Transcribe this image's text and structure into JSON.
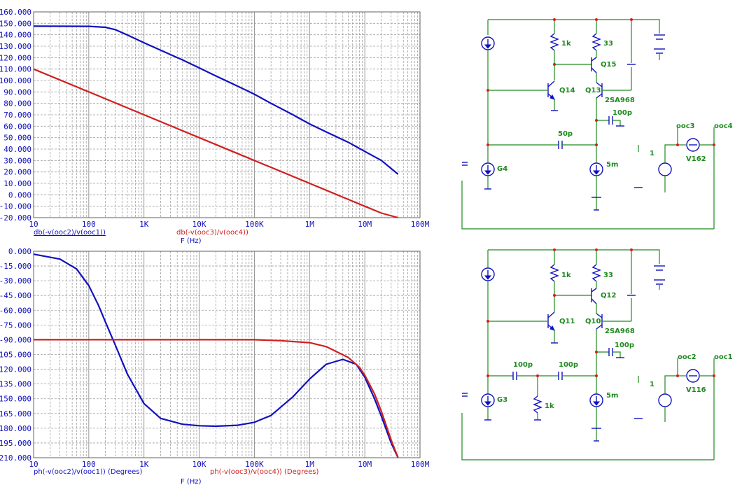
{
  "chart_data": [
    {
      "type": "line",
      "xscale": "log",
      "xlim": [
        10,
        100000000
      ],
      "ylim": [
        -20,
        160
      ],
      "yticks": [
        "160.000",
        "150.000",
        "140.000",
        "130.000",
        "120.000",
        "110.000",
        "100.000",
        "90.000",
        "80.000",
        "70.000",
        "60.000",
        "50.000",
        "40.000",
        "30.000",
        "20.000",
        "10.000",
        "0.000",
        "-10.000",
        "-20.000"
      ],
      "xticks": [
        "10",
        "100",
        "1K",
        "10K",
        "100K",
        "1M",
        "10M",
        "100M"
      ],
      "xlabel": "F (Hz)",
      "grid": true,
      "series": [
        {
          "name": "db(-v(ooc2)/v(ooc1))",
          "color": "#1010c0",
          "x": [
            10,
            100,
            200,
            300,
            500,
            1000,
            2000,
            5000,
            10000,
            20000,
            50000,
            100000,
            200000,
            500000,
            1000000,
            2000000,
            5000000,
            10000000,
            20000000,
            40000000
          ],
          "y": [
            147.5,
            147.4,
            146.5,
            144.5,
            139.8,
            133,
            126.5,
            118,
            111,
            104,
            95,
            88,
            80,
            70,
            62,
            55,
            46,
            38,
            30,
            18
          ]
        },
        {
          "name": "db(-v(ooc3)/v(ooc4))",
          "color": "#d02020",
          "x": [
            10,
            100,
            1000,
            10000,
            100000,
            1000000,
            2000000,
            5000000,
            10000000,
            20000000,
            40000000
          ],
          "y": [
            110,
            90,
            70,
            50,
            30,
            10,
            4,
            -4,
            -10,
            -16,
            -20
          ]
        }
      ]
    },
    {
      "type": "line",
      "xscale": "log",
      "xlim": [
        10,
        100000000
      ],
      "ylim": [
        -210,
        0
      ],
      "yticks": [
        "0.000",
        "-15.000",
        "-30.000",
        "-45.000",
        "-60.000",
        "-75.000",
        "-90.000",
        "-105.000",
        "-120.000",
        "-135.000",
        "-150.000",
        "-165.000",
        "-180.000",
        "-195.000",
        "-210.000"
      ],
      "xticks": [
        "10",
        "100",
        "1K",
        "10K",
        "100K",
        "1M",
        "10M",
        "100M"
      ],
      "xlabel": "F (Hz)",
      "grid": true,
      "series": [
        {
          "name": "ph(-v(ooc2)/v(ooc1)) (Degrees)",
          "color": "#1010c0",
          "x": [
            10,
            30,
            60,
            100,
            150,
            200,
            300,
            500,
            1000,
            2000,
            5000,
            10000,
            20000,
            50000,
            100000,
            200000,
            500000,
            1000000,
            2000000,
            4000000,
            7000000,
            10000000,
            15000000,
            20000000,
            30000000,
            40000000
          ],
          "y": [
            -3,
            -8,
            -18,
            -35,
            -55,
            -72,
            -95,
            -125,
            -155,
            -170,
            -176,
            -177.5,
            -178,
            -177,
            -174,
            -167,
            -148,
            -130,
            -115,
            -110,
            -115,
            -128,
            -150,
            -168,
            -195,
            -210
          ]
        },
        {
          "name": "ph(-v(ooc3)/v(ooc4)) (Degrees)",
          "color": "#d02020",
          "x": [
            10,
            1000,
            10000,
            100000,
            300000,
            1000000,
            2000000,
            5000000,
            8000000,
            10000000,
            15000000,
            20000000,
            30000000,
            40000000
          ],
          "y": [
            -90,
            -90,
            -90,
            -90,
            -91,
            -93,
            -97,
            -108,
            -118,
            -126,
            -145,
            -163,
            -192,
            -210
          ]
        }
      ]
    }
  ],
  "schematic": {
    "top": {
      "components": {
        "r1": "1k",
        "r2": "33",
        "q15": "Q15",
        "q14": "Q14",
        "q13": "Q13",
        "q13_model": "2SA968",
        "c1": "100p",
        "c2": "50p",
        "i1": "5m",
        "source": "G4",
        "gain": "1",
        "vsrc": "V162",
        "node_a": "ooc3",
        "node_b": "ooc4"
      }
    },
    "bottom": {
      "components": {
        "r1": "1k",
        "r2": "33",
        "q12": "Q12",
        "q11": "Q11",
        "q10": "Q10",
        "q10_model": "2SA968",
        "c1": "100p",
        "c2a": "100p",
        "c2b": "100p",
        "r3": "1k",
        "i1": "5m",
        "source": "G3",
        "gain": "1",
        "vsrc": "V116",
        "node_a": "ooc2",
        "node_b": "ooc1"
      }
    }
  }
}
